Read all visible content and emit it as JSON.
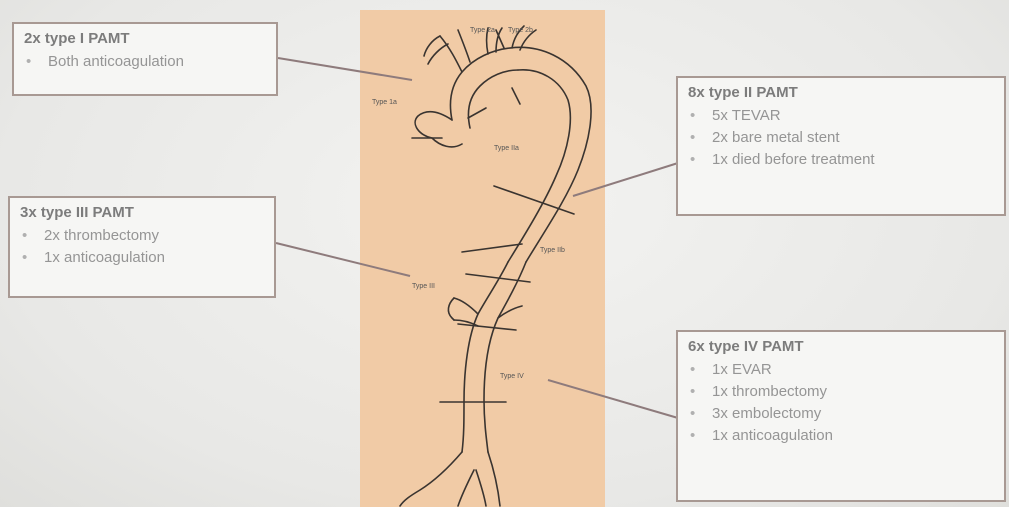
{
  "diagram_labels": {
    "type_1a": "Type 1a",
    "type_2a_top": "Type 2a",
    "type_2b_top": "Type 2b",
    "type_2a_desc": "Type IIa",
    "type_2b_desc": "Type IIb",
    "type_3": "Type III",
    "type_4": "Type IV"
  },
  "callouts": {
    "type1": {
      "title": "2x type I PAMT",
      "items": [
        "Both anticoagulation"
      ]
    },
    "type3": {
      "title": "3x type III PAMT",
      "items": [
        "2x thrombectomy",
        "1x anticoagulation"
      ]
    },
    "type2": {
      "title": "8x type II PAMT",
      "items": [
        "5x TEVAR",
        "2x bare metal stent",
        "1x died before treatment"
      ]
    },
    "type4": {
      "title": "6x type IV PAMT",
      "items": [
        "1x EVAR",
        "1x thrombectomy",
        "3x embolectomy",
        "1x anticoagulation"
      ]
    }
  },
  "colors": {
    "panel": "#f1cba6",
    "connector": "#8e7b7c",
    "callout_border": "#a89993"
  }
}
